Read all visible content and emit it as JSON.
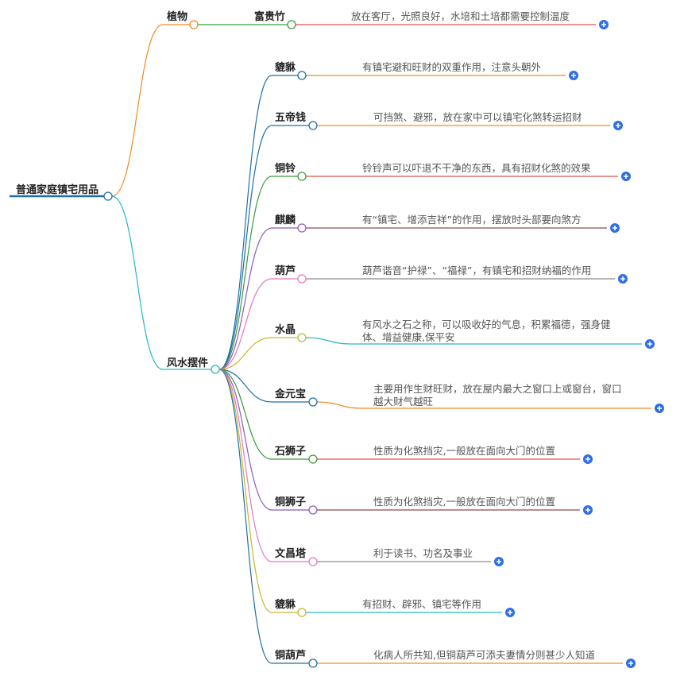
{
  "root": {
    "label": "普通家庭镇宅用品"
  },
  "branches": [
    {
      "label": "植物",
      "color": "#f08a24",
      "children": [
        {
          "label": "富贵竹",
          "color": "#3a9b3a",
          "leaf": [
            "放在客厅，光照良好，水培和土培都需要控制温度"
          ],
          "leafColor": "#d9534f"
        }
      ]
    },
    {
      "label": "风水摆件",
      "color": "#25b6c8",
      "children": [
        {
          "label": "貔貅",
          "color": "#1f6fa6",
          "leaf": [
            "有镇宅避和旺财的双重作用，注意头朝外"
          ],
          "leafColor": "#f08a24"
        },
        {
          "label": "五帝钱",
          "color": "#1f6fa6",
          "leaf": [
            "可挡煞、避邪，放在家中可以镇宅化煞转运招财"
          ],
          "leafColor": "#f08a24"
        },
        {
          "label": "铜铃",
          "color": "#3a9b3a",
          "leaf": [
            "铃铃声可以吓退不干净的东西，具有招财化煞的效果"
          ],
          "leafColor": "#d9534f"
        },
        {
          "label": "麒麟",
          "color": "#8e5bbf",
          "leaf": [
            "有“镇宅、增添吉祥”的作用，摆放时头部要向煞方"
          ],
          "leafColor": "#8e4d4d"
        },
        {
          "label": "葫芦",
          "color": "#e37bc2",
          "leaf": [
            "葫芦谐音“护禄”、“福禄”，有镇宅和招财纳福的作用"
          ],
          "leafColor": "#8a8a8a"
        },
        {
          "label": "水晶",
          "color": "#c9b62a",
          "leaf": [
            "有风水之石之称，可以吸收好的气息，积累福德，强身健",
            "体、增益健康,保平安"
          ],
          "leafColor": "#25b6c8"
        },
        {
          "label": "金元宝",
          "color": "#1f6fa6",
          "leaf": [
            "主要用作生财旺财，放在屋内最大之窗口上或窗台，窗口",
            "越大财气越旺"
          ],
          "leafColor": "#f08a24"
        },
        {
          "label": "石狮子",
          "color": "#3a9b3a",
          "leaf": [
            "性质为化煞挡灾,一般放在面向大门的位置"
          ],
          "leafColor": "#d9534f"
        },
        {
          "label": "铜狮子",
          "color": "#8e5bbf",
          "leaf": [
            "性质为化煞挡灾,一般放在面向大门的位置"
          ],
          "leafColor": "#8e4d4d"
        },
        {
          "label": "文昌塔",
          "color": "#e37bc2",
          "leaf": [
            "利于读书、功名及事业"
          ],
          "leafColor": "#8a8a8a"
        },
        {
          "label": "貔貅",
          "color": "#c9b62a",
          "leaf": [
            "有招财、辟邪、镇宅等作用"
          ],
          "leafColor": "#25b6c8"
        },
        {
          "label": "铜葫芦",
          "color": "#1f6fa6",
          "leaf": [
            "化病人所共知,但铜葫芦可添夫妻情分则甚少人知道"
          ],
          "leafColor": "#f08a24"
        }
      ]
    }
  ],
  "colors": {
    "rootUnderline": "#1f6fa6",
    "expandButton": "#2f6fe8"
  },
  "icons": {
    "expand": "plus-icon"
  }
}
